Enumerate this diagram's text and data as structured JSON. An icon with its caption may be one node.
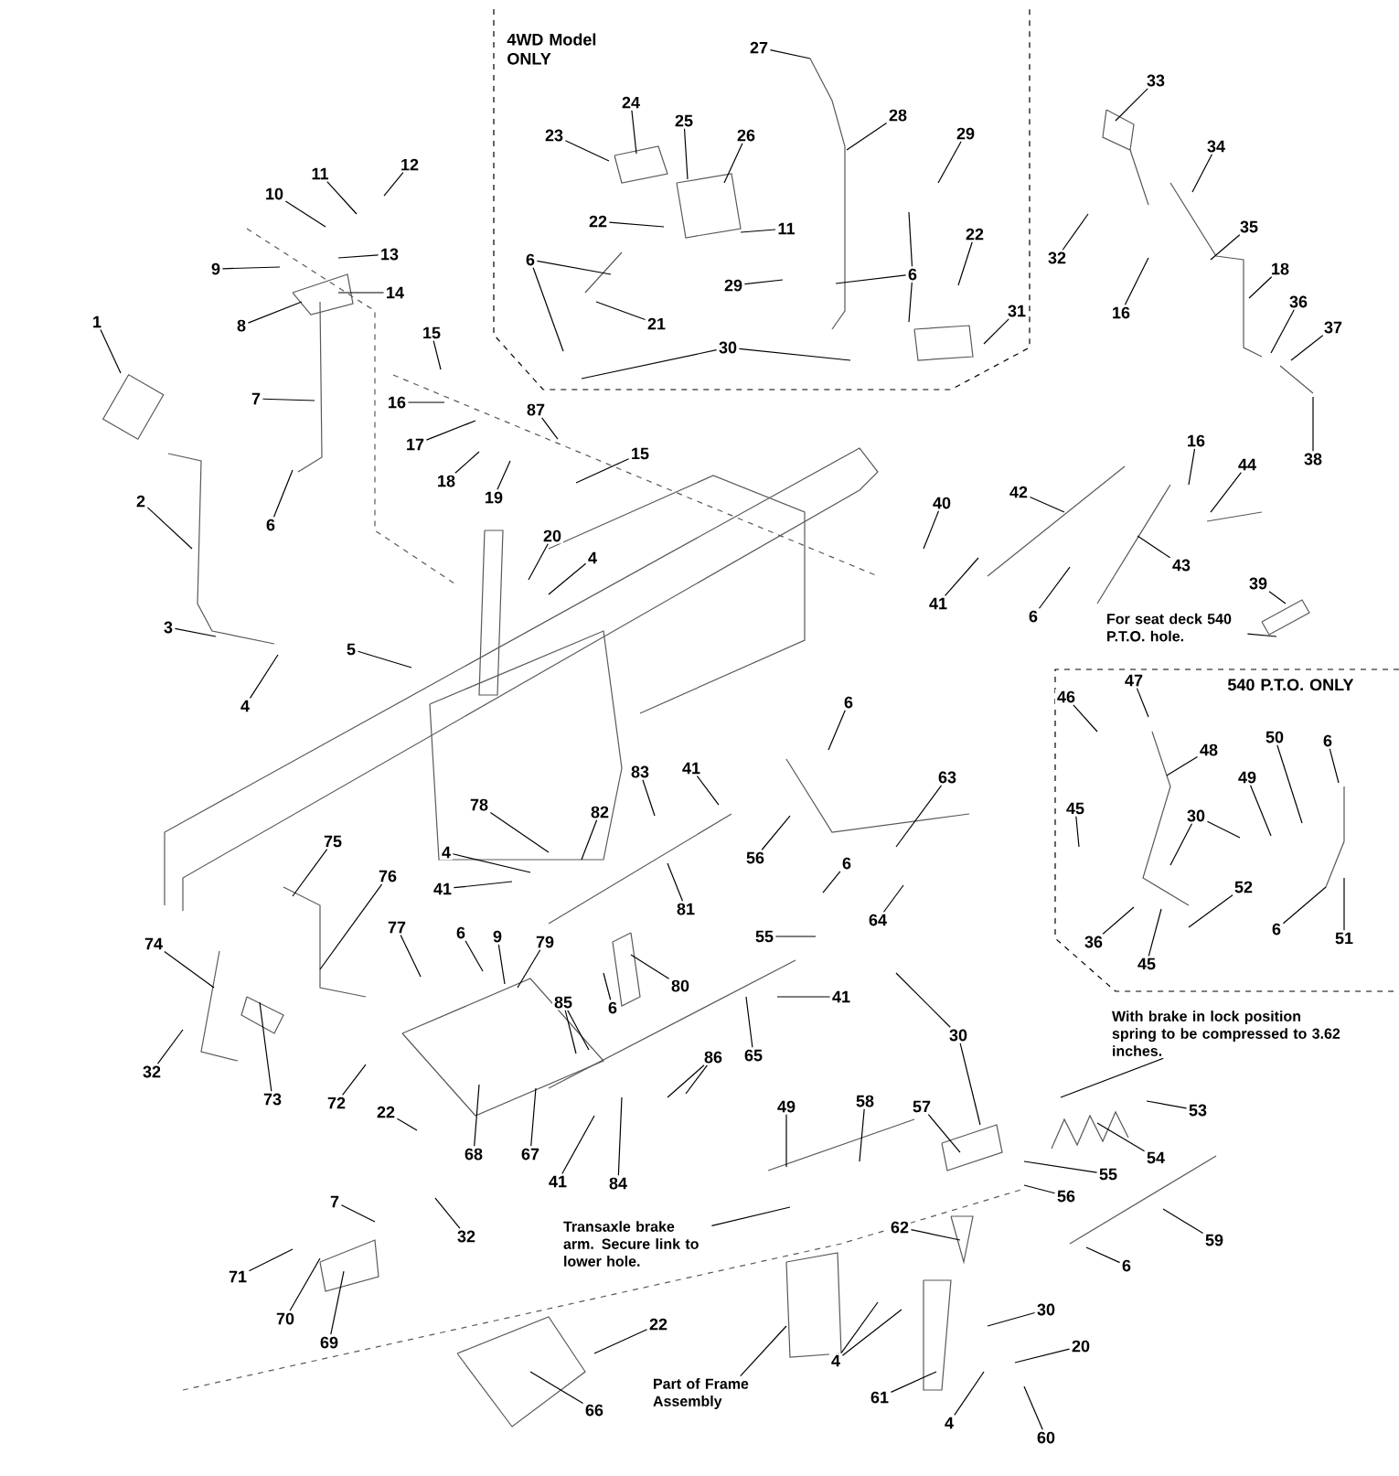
{
  "diagram": {
    "nodes": [
      {
        "text": [
          "1"
        ]
      },
      {
        "text": [
          "2"
        ]
      },
      {
        "text": [
          "3"
        ]
      },
      {
        "text": [
          "4"
        ]
      },
      {
        "text": [
          "5"
        ]
      },
      {
        "text": [
          "6"
        ]
      },
      {
        "text": [
          "7"
        ]
      },
      {
        "text": [
          "8"
        ]
      },
      {
        "text": [
          "9"
        ]
      },
      {
        "text": [
          "10"
        ]
      },
      {
        "text": [
          "11"
        ]
      },
      {
        "text": [
          "12"
        ]
      },
      {
        "text": [
          "13"
        ]
      },
      {
        "text": [
          "14"
        ]
      },
      {
        "text": [
          "15"
        ]
      },
      {
        "text": [
          "16"
        ]
      },
      {
        "text": [
          "17"
        ]
      },
      {
        "text": [
          "18"
        ]
      },
      {
        "text": [
          "19"
        ]
      },
      {
        "text": [
          "87"
        ]
      },
      {
        "text": [
          "15"
        ]
      },
      {
        "text": [
          "20"
        ]
      },
      {
        "text": [
          "4"
        ]
      },
      {
        "text": [
          "23"
        ]
      },
      {
        "text": [
          "24"
        ]
      },
      {
        "text": [
          "25"
        ]
      },
      {
        "text": [
          "26"
        ]
      },
      {
        "text": [
          "22"
        ]
      },
      {
        "text": [
          "6"
        ]
      },
      {
        "text": [
          "21"
        ]
      },
      {
        "text": [
          "30"
        ]
      },
      {
        "text": [
          "27"
        ]
      },
      {
        "text": [
          "28"
        ]
      },
      {
        "text": [
          "29"
        ]
      },
      {
        "text": [
          "11"
        ]
      },
      {
        "text": [
          "29"
        ]
      },
      {
        "text": [
          "6"
        ]
      },
      {
        "text": [
          "22"
        ]
      },
      {
        "text": [
          "31"
        ]
      },
      {
        "text": [
          "33"
        ]
      },
      {
        "text": [
          "34"
        ]
      },
      {
        "text": [
          "32"
        ]
      },
      {
        "text": [
          "35"
        ]
      },
      {
        "text": [
          "16"
        ]
      },
      {
        "text": [
          "18"
        ]
      },
      {
        "text": [
          "36"
        ]
      },
      {
        "text": [
          "37"
        ]
      },
      {
        "text": [
          "38"
        ]
      },
      {
        "text": [
          "16"
        ]
      },
      {
        "text": [
          "44"
        ]
      },
      {
        "text": [
          "40"
        ]
      },
      {
        "text": [
          "42"
        ]
      },
      {
        "text": [
          "41"
        ]
      },
      {
        "text": [
          "6"
        ]
      },
      {
        "text": [
          "43"
        ]
      },
      {
        "text": [
          "39"
        ]
      },
      {
        "text": [
          "For seat deck 540 P.T.O. hole."
        ]
      },
      {
        "text": [
          "6"
        ]
      },
      {
        "text": [
          "83"
        ]
      },
      {
        "text": [
          "41"
        ]
      },
      {
        "text": [
          "78"
        ]
      },
      {
        "text": [
          "82"
        ]
      },
      {
        "text": [
          "4"
        ]
      },
      {
        "text": [
          "81"
        ]
      },
      {
        "text": [
          "56"
        ]
      },
      {
        "text": [
          "63"
        ]
      },
      {
        "text": [
          "46"
        ]
      },
      {
        "text": [
          "47"
        ]
      },
      {
        "text": [
          "48"
        ]
      },
      {
        "text": [
          "50"
        ]
      },
      {
        "text": [
          "6"
        ]
      },
      {
        "text": [
          "49"
        ]
      },
      {
        "text": [
          "45"
        ]
      },
      {
        "text": [
          "30"
        ]
      },
      {
        "text": [
          "75"
        ]
      },
      {
        "text": [
          "41"
        ]
      },
      {
        "text": [
          "76"
        ]
      },
      {
        "text": [
          "80"
        ]
      },
      {
        "text": [
          "74"
        ]
      },
      {
        "text": [
          "77"
        ]
      },
      {
        "text": [
          "6"
        ]
      },
      {
        "text": [
          "9"
        ]
      },
      {
        "text": [
          "79"
        ]
      },
      {
        "text": [
          "6"
        ]
      },
      {
        "text": [
          "6"
        ]
      },
      {
        "text": [
          "64"
        ]
      },
      {
        "text": [
          "55"
        ]
      },
      {
        "text": [
          "52"
        ]
      },
      {
        "text": [
          "6"
        ]
      },
      {
        "text": [
          "51"
        ]
      },
      {
        "text": [
          "36"
        ]
      },
      {
        "text": [
          "45"
        ]
      },
      {
        "text": [
          "41"
        ]
      },
      {
        "text": [
          "85"
        ]
      },
      {
        "text": [
          "32"
        ]
      },
      {
        "text": [
          "73"
        ]
      },
      {
        "text": [
          "72"
        ]
      },
      {
        "text": [
          "86"
        ]
      },
      {
        "text": [
          "65"
        ]
      },
      {
        "text": [
          "30"
        ]
      },
      {
        "text": [
          "With brake in lock position spring to be compressed to 3.62 inches."
        ]
      },
      {
        "text": [
          "22"
        ]
      },
      {
        "text": [
          "68"
        ]
      },
      {
        "text": [
          "67"
        ]
      },
      {
        "text": [
          "41"
        ]
      },
      {
        "text": [
          "84"
        ]
      },
      {
        "text": [
          "49"
        ]
      },
      {
        "text": [
          "58"
        ]
      },
      {
        "text": [
          "57"
        ]
      },
      {
        "text": [
          "53"
        ]
      },
      {
        "text": [
          "54"
        ]
      },
      {
        "text": [
          "55"
        ]
      },
      {
        "text": [
          "56"
        ]
      },
      {
        "text": [
          "7"
        ]
      },
      {
        "text": [
          "32"
        ]
      },
      {
        "text": [
          "Transaxle brake arm. Secure link to lower hole."
        ]
      },
      {
        "text": [
          "62"
        ]
      },
      {
        "text": [
          "59"
        ]
      },
      {
        "text": [
          "6"
        ]
      },
      {
        "text": [
          "71"
        ]
      },
      {
        "text": [
          "70"
        ]
      },
      {
        "text": [
          "69"
        ]
      },
      {
        "text": [
          "22"
        ]
      },
      {
        "text": [
          "30"
        ]
      },
      {
        "text": [
          "20"
        ]
      },
      {
        "text": [
          "4"
        ]
      },
      {
        "text": [
          "61"
        ]
      },
      {
        "text": [
          "4"
        ]
      },
      {
        "text": [
          "60"
        ]
      },
      {
        "text": [
          "66"
        ]
      },
      {
        "text": [
          "Part of Frame Assembly"
        ]
      }
    ],
    "edges": [
      {
        "from": 0,
        "to": null,
        "arrow": "none"
      },
      {
        "from": 1,
        "to": null,
        "arrow": "none"
      },
      {
        "from": 2,
        "to": null,
        "arrow": "none"
      },
      {
        "from": 3,
        "to": null,
        "arrow": "none"
      },
      {
        "from": 4,
        "to": null,
        "arrow": "none"
      },
      {
        "from": 5,
        "to": null,
        "arrow": "none"
      },
      {
        "from": 6,
        "to": null,
        "arrow": "none"
      },
      {
        "from": 7,
        "to": null,
        "arrow": "none"
      },
      {
        "from": 8,
        "to": null,
        "arrow": "none"
      },
      {
        "from": 9,
        "to": null,
        "arrow": "none"
      },
      {
        "from": 10,
        "to": null,
        "arrow": "none"
      },
      {
        "from": 11,
        "to": null,
        "arrow": "none"
      },
      {
        "from": 12,
        "to": null,
        "arrow": "none"
      },
      {
        "from": 13,
        "to": null,
        "arrow": "none"
      },
      {
        "from": 14,
        "to": null,
        "arrow": "none"
      },
      {
        "from": 15,
        "to": null,
        "arrow": "none"
      },
      {
        "from": 16,
        "to": null,
        "arrow": "none"
      },
      {
        "from": 17,
        "to": null,
        "arrow": "none"
      },
      {
        "from": 18,
        "to": null,
        "arrow": "none"
      },
      {
        "from": 19,
        "to": null,
        "arrow": "none"
      },
      {
        "from": 20,
        "to": null,
        "arrow": "none"
      },
      {
        "from": 21,
        "to": null,
        "arrow": "none"
      },
      {
        "from": 22,
        "to": null,
        "arrow": "none"
      },
      {
        "from": 23,
        "to": null,
        "arrow": "none"
      },
      {
        "from": 24,
        "to": null,
        "arrow": "none"
      },
      {
        "from": 25,
        "to": null,
        "arrow": "none"
      },
      {
        "from": 26,
        "to": null,
        "arrow": "none"
      },
      {
        "from": 27,
        "to": null,
        "arrow": "none"
      },
      {
        "from": 28,
        "to": null,
        "arrow": "none"
      },
      {
        "from": 28,
        "to": null,
        "arrow": "none"
      },
      {
        "from": 29,
        "to": null,
        "arrow": "none"
      },
      {
        "from": 30,
        "to": null,
        "arrow": "none"
      },
      {
        "from": 30,
        "to": null,
        "arrow": "none"
      },
      {
        "from": 31,
        "to": null,
        "arrow": "none"
      },
      {
        "from": 32,
        "to": null,
        "arrow": "none"
      },
      {
        "from": 33,
        "to": null,
        "arrow": "none"
      },
      {
        "from": 34,
        "to": null,
        "arrow": "none"
      },
      {
        "from": 35,
        "to": null,
        "arrow": "none"
      },
      {
        "from": 36,
        "to": null,
        "arrow": "none"
      },
      {
        "from": 36,
        "to": null,
        "arrow": "none"
      },
      {
        "from": 36,
        "to": null,
        "arrow": "none"
      },
      {
        "from": 37,
        "to": null,
        "arrow": "none"
      },
      {
        "from": 38,
        "to": null,
        "arrow": "none"
      },
      {
        "from": 39,
        "to": null,
        "arrow": "none"
      },
      {
        "from": 40,
        "to": null,
        "arrow": "none"
      },
      {
        "from": 41,
        "to": null,
        "arrow": "none"
      },
      {
        "from": 42,
        "to": null,
        "arrow": "none"
      },
      {
        "from": 43,
        "to": null,
        "arrow": "none"
      },
      {
        "from": 44,
        "to": null,
        "arrow": "none"
      },
      {
        "from": 45,
        "to": null,
        "arrow": "none"
      },
      {
        "from": 46,
        "to": null,
        "arrow": "none"
      },
      {
        "from": 47,
        "to": null,
        "arrow": "none"
      },
      {
        "from": 48,
        "to": null,
        "arrow": "none"
      },
      {
        "from": 49,
        "to": null,
        "arrow": "none"
      },
      {
        "from": 50,
        "to": null,
        "arrow": "none"
      },
      {
        "from": 51,
        "to": null,
        "arrow": "none"
      },
      {
        "from": 52,
        "to": null,
        "arrow": "none"
      },
      {
        "from": 53,
        "to": null,
        "arrow": "none"
      },
      {
        "from": 54,
        "to": null,
        "arrow": "none"
      },
      {
        "from": 55,
        "to": null,
        "arrow": "none"
      },
      {
        "from": 56,
        "to": null,
        "arrow": "none"
      },
      {
        "from": 57,
        "to": null,
        "arrow": "none"
      },
      {
        "from": 58,
        "to": null,
        "arrow": "none"
      },
      {
        "from": 59,
        "to": null,
        "arrow": "none"
      },
      {
        "from": 60,
        "to": null,
        "arrow": "none"
      },
      {
        "from": 61,
        "to": null,
        "arrow": "none"
      },
      {
        "from": 62,
        "to": null,
        "arrow": "none"
      },
      {
        "from": 63,
        "to": null,
        "arrow": "none"
      },
      {
        "from": 64,
        "to": null,
        "arrow": "none"
      },
      {
        "from": 65,
        "to": null,
        "arrow": "none"
      },
      {
        "from": 66,
        "to": null,
        "arrow": "none"
      },
      {
        "from": 67,
        "to": null,
        "arrow": "none"
      },
      {
        "from": 68,
        "to": null,
        "arrow": "none"
      },
      {
        "from": 69,
        "to": null,
        "arrow": "none"
      },
      {
        "from": 70,
        "to": null,
        "arrow": "none"
      },
      {
        "from": 71,
        "to": null,
        "arrow": "none"
      },
      {
        "from": 72,
        "to": null,
        "arrow": "none"
      },
      {
        "from": 73,
        "to": null,
        "arrow": "none"
      },
      {
        "from": 73,
        "to": null,
        "arrow": "none"
      },
      {
        "from": 74,
        "to": null,
        "arrow": "none"
      },
      {
        "from": 75,
        "to": null,
        "arrow": "none"
      },
      {
        "from": 76,
        "to": null,
        "arrow": "none"
      },
      {
        "from": 77,
        "to": null,
        "arrow": "none"
      },
      {
        "from": 78,
        "to": null,
        "arrow": "none"
      },
      {
        "from": 79,
        "to": null,
        "arrow": "none"
      },
      {
        "from": 80,
        "to": null,
        "arrow": "none"
      },
      {
        "from": 81,
        "to": null,
        "arrow": "none"
      },
      {
        "from": 82,
        "to": null,
        "arrow": "none"
      },
      {
        "from": 83,
        "to": null,
        "arrow": "none"
      },
      {
        "from": 84,
        "to": null,
        "arrow": "none"
      },
      {
        "from": 85,
        "to": null,
        "arrow": "none"
      },
      {
        "from": 86,
        "to": null,
        "arrow": "none"
      },
      {
        "from": 87,
        "to": null,
        "arrow": "none"
      },
      {
        "from": 88,
        "to": null,
        "arrow": "none"
      },
      {
        "from": 89,
        "to": null,
        "arrow": "none"
      },
      {
        "from": 90,
        "to": null,
        "arrow": "none"
      },
      {
        "from": 91,
        "to": null,
        "arrow": "none"
      },
      {
        "from": 92,
        "to": null,
        "arrow": "none"
      },
      {
        "from": 93,
        "to": null,
        "arrow": "none"
      },
      {
        "from": 93,
        "to": null,
        "arrow": "none"
      },
      {
        "from": 94,
        "to": null,
        "arrow": "none"
      },
      {
        "from": 95,
        "to": null,
        "arrow": "none"
      },
      {
        "from": 96,
        "to": null,
        "arrow": "none"
      },
      {
        "from": 97,
        "to": null,
        "arrow": "none"
      },
      {
        "from": 97,
        "to": null,
        "arrow": "none"
      },
      {
        "from": 98,
        "to": null,
        "arrow": "none"
      },
      {
        "from": 99,
        "to": null,
        "arrow": "none"
      },
      {
        "from": 99,
        "to": null,
        "arrow": "none"
      },
      {
        "from": 100,
        "to": null,
        "arrow": "none"
      },
      {
        "from": 101,
        "to": null,
        "arrow": "none"
      },
      {
        "from": 102,
        "to": null,
        "arrow": "none"
      },
      {
        "from": 103,
        "to": null,
        "arrow": "none"
      },
      {
        "from": 104,
        "to": null,
        "arrow": "none"
      },
      {
        "from": 105,
        "to": null,
        "arrow": "none"
      },
      {
        "from": 106,
        "to": null,
        "arrow": "none"
      },
      {
        "from": 107,
        "to": null,
        "arrow": "none"
      },
      {
        "from": 108,
        "to": null,
        "arrow": "none"
      },
      {
        "from": 109,
        "to": null,
        "arrow": "none"
      },
      {
        "from": 110,
        "to": null,
        "arrow": "none"
      },
      {
        "from": 111,
        "to": null,
        "arrow": "none"
      },
      {
        "from": 112,
        "to": null,
        "arrow": "none"
      },
      {
        "from": 113,
        "to": null,
        "arrow": "none"
      },
      {
        "from": 114,
        "to": null,
        "arrow": "none"
      },
      {
        "from": 115,
        "to": null,
        "arrow": "none"
      },
      {
        "from": 116,
        "to": null,
        "arrow": "none"
      },
      {
        "from": 117,
        "to": null,
        "arrow": "none"
      },
      {
        "from": 118,
        "to": null,
        "arrow": "none"
      },
      {
        "from": 119,
        "to": null,
        "arrow": "none"
      },
      {
        "from": 120,
        "to": null,
        "arrow": "none"
      },
      {
        "from": 121,
        "to": null,
        "arrow": "none"
      },
      {
        "from": 122,
        "to": null,
        "arrow": "none"
      },
      {
        "from": 123,
        "to": null,
        "arrow": "none"
      },
      {
        "from": 124,
        "to": null,
        "arrow": "none"
      },
      {
        "from": 125,
        "to": null,
        "arrow": "none"
      },
      {
        "from": 125,
        "to": null,
        "arrow": "none"
      },
      {
        "from": 126,
        "to": null,
        "arrow": "none"
      },
      {
        "from": 127,
        "to": null,
        "arrow": "none"
      },
      {
        "from": 128,
        "to": null,
        "arrow": "none"
      },
      {
        "from": 129,
        "to": null,
        "arrow": "none"
      },
      {
        "from": 130,
        "to": null,
        "arrow": "none"
      }
    ],
    "labels": [
      "4WD Model ONLY",
      "540 P.T.O. ONLY"
    ]
  }
}
